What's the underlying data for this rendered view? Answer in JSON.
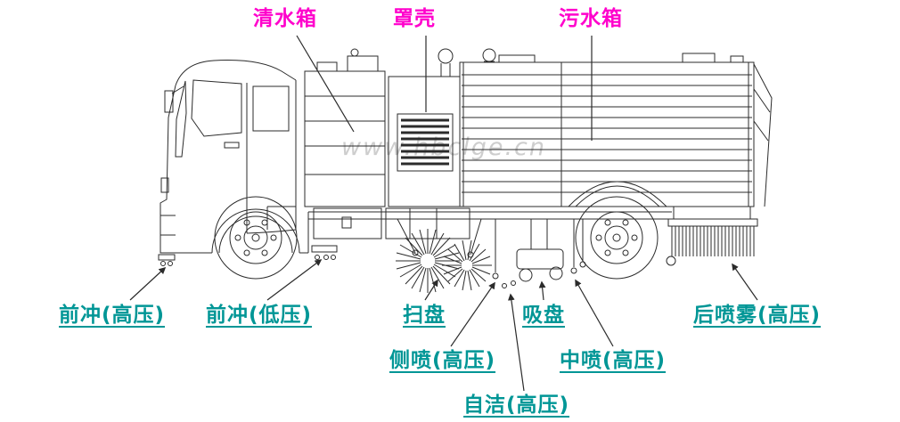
{
  "diagram": {
    "watermark": "www.hbclge.cn",
    "colors": {
      "top_label": "#ff00cc",
      "bottom_label": "#009696",
      "line_art": "#2b2b2b",
      "watermark": "#c9c9c9"
    },
    "top_labels": [
      {
        "id": "clean-water-tank",
        "text": "清水箱"
      },
      {
        "id": "cover-housing",
        "text": "罩壳"
      },
      {
        "id": "sewage-tank",
        "text": "污水箱"
      }
    ],
    "bottom_labels": [
      {
        "id": "front-flush-high",
        "text": "前冲(高压)"
      },
      {
        "id": "front-flush-low",
        "text": "前冲(低压)"
      },
      {
        "id": "sweep-disc",
        "text": "扫盘"
      },
      {
        "id": "suction-nozzle",
        "text": "吸盘"
      },
      {
        "id": "rear-spray-high",
        "text": "后喷雾(高压)"
      },
      {
        "id": "side-spray-high",
        "text": "侧喷(高压)"
      },
      {
        "id": "mid-spray-high",
        "text": "中喷(高压)"
      },
      {
        "id": "self-clean-high",
        "text": "自洁(高压)"
      }
    ]
  }
}
